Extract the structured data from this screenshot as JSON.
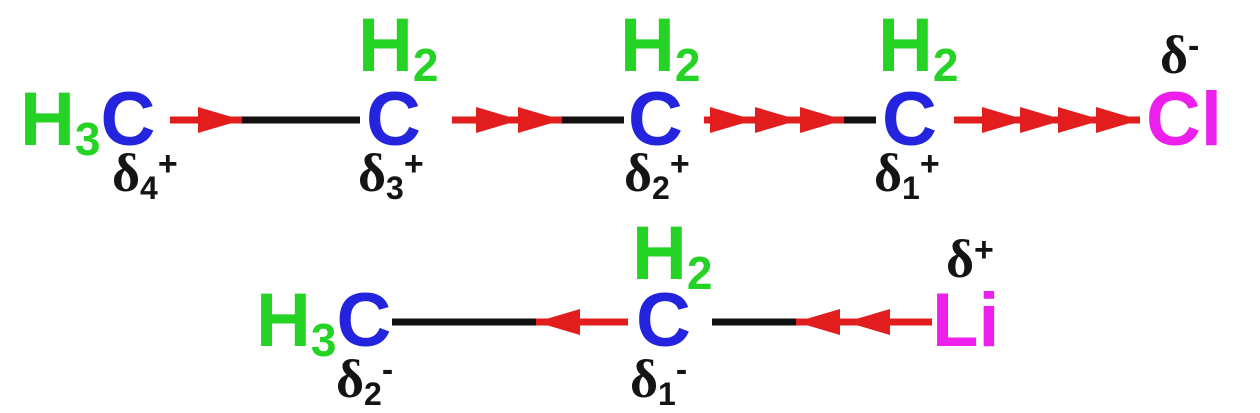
{
  "colors": {
    "hydrogen_green": "#24D324",
    "carbon_blue": "#2424DE",
    "arrow_red": "#E11D1D",
    "heteroatom_magenta": "#EC1FEC",
    "label_black": "#141414",
    "bond_black": "#111111",
    "background_white": "#FFFFFF"
  },
  "top_row": {
    "c4_group": {
      "h": "H",
      "h_sub": "3",
      "c": "C"
    },
    "c4_delta": {
      "sym": "δ",
      "sub": "4",
      "charge": "+"
    },
    "c3_h2": {
      "h": "H",
      "sub": "2"
    },
    "c3_c": "C",
    "c3_delta": {
      "sym": "δ",
      "sub": "3",
      "charge": "+"
    },
    "c2_h2": {
      "h": "H",
      "sub": "2"
    },
    "c2_c": "C",
    "c2_delta": {
      "sym": "δ",
      "sub": "2",
      "charge": "+"
    },
    "c1_h2": {
      "h": "H",
      "sub": "2"
    },
    "c1_c": "C",
    "c1_delta": {
      "sym": "δ",
      "sub": "1",
      "charge": "+"
    },
    "cl_symbol": "Cl",
    "cl_delta": {
      "sym": "δ",
      "charge": "-"
    },
    "bonds": [
      {
        "heads": 1,
        "direction": "right"
      },
      {
        "heads": 2,
        "direction": "right"
      },
      {
        "heads": 3,
        "direction": "right"
      },
      {
        "heads": 4,
        "direction": "right"
      }
    ]
  },
  "bottom_row": {
    "c2_group": {
      "h": "H",
      "h_sub": "3",
      "c": "C"
    },
    "c2_delta": {
      "sym": "δ",
      "sub": "2",
      "charge": "-"
    },
    "c1_h2": {
      "h": "H",
      "sub": "2"
    },
    "c1_c": "C",
    "c1_delta": {
      "sym": "δ",
      "sub": "1",
      "charge": "-"
    },
    "li_symbol": "Li",
    "li_delta": {
      "sym": "δ",
      "charge": "+"
    },
    "bonds": [
      {
        "heads": 1,
        "direction": "left"
      },
      {
        "heads": 2,
        "direction": "left"
      }
    ]
  }
}
